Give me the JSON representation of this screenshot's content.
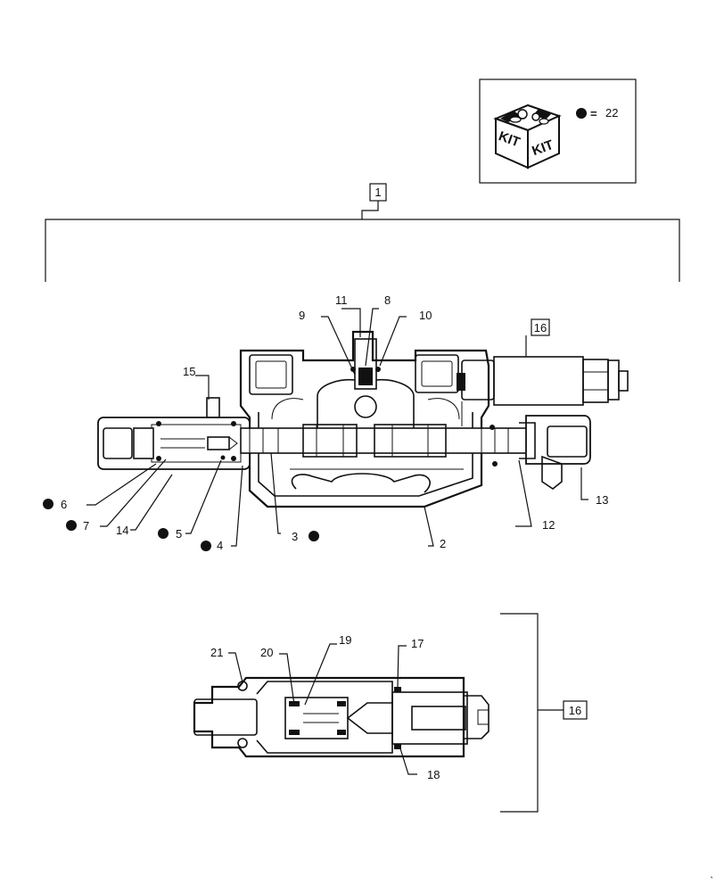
{
  "kit": {
    "icon_text_left": "KIT",
    "icon_text_right": "KIT",
    "legend_equals": "=",
    "legend_value": "22"
  },
  "ref_boxes": {
    "assembly": "1",
    "relief_valve": "16",
    "relief_valve_detail": "16"
  },
  "callouts": {
    "c2": "2",
    "c3": "3",
    "c4": "4",
    "c5": "5",
    "c6": "6",
    "c7": "7",
    "c8": "8",
    "c9": "9",
    "c10": "10",
    "c11": "11",
    "c12": "12",
    "c13": "13",
    "c14": "14",
    "c15": "15",
    "c17": "17",
    "c18": "18",
    "c19": "19",
    "c20": "20",
    "c21": "21"
  },
  "kit_marked_items": [
    "6",
    "7",
    "5",
    "4",
    "3"
  ]
}
